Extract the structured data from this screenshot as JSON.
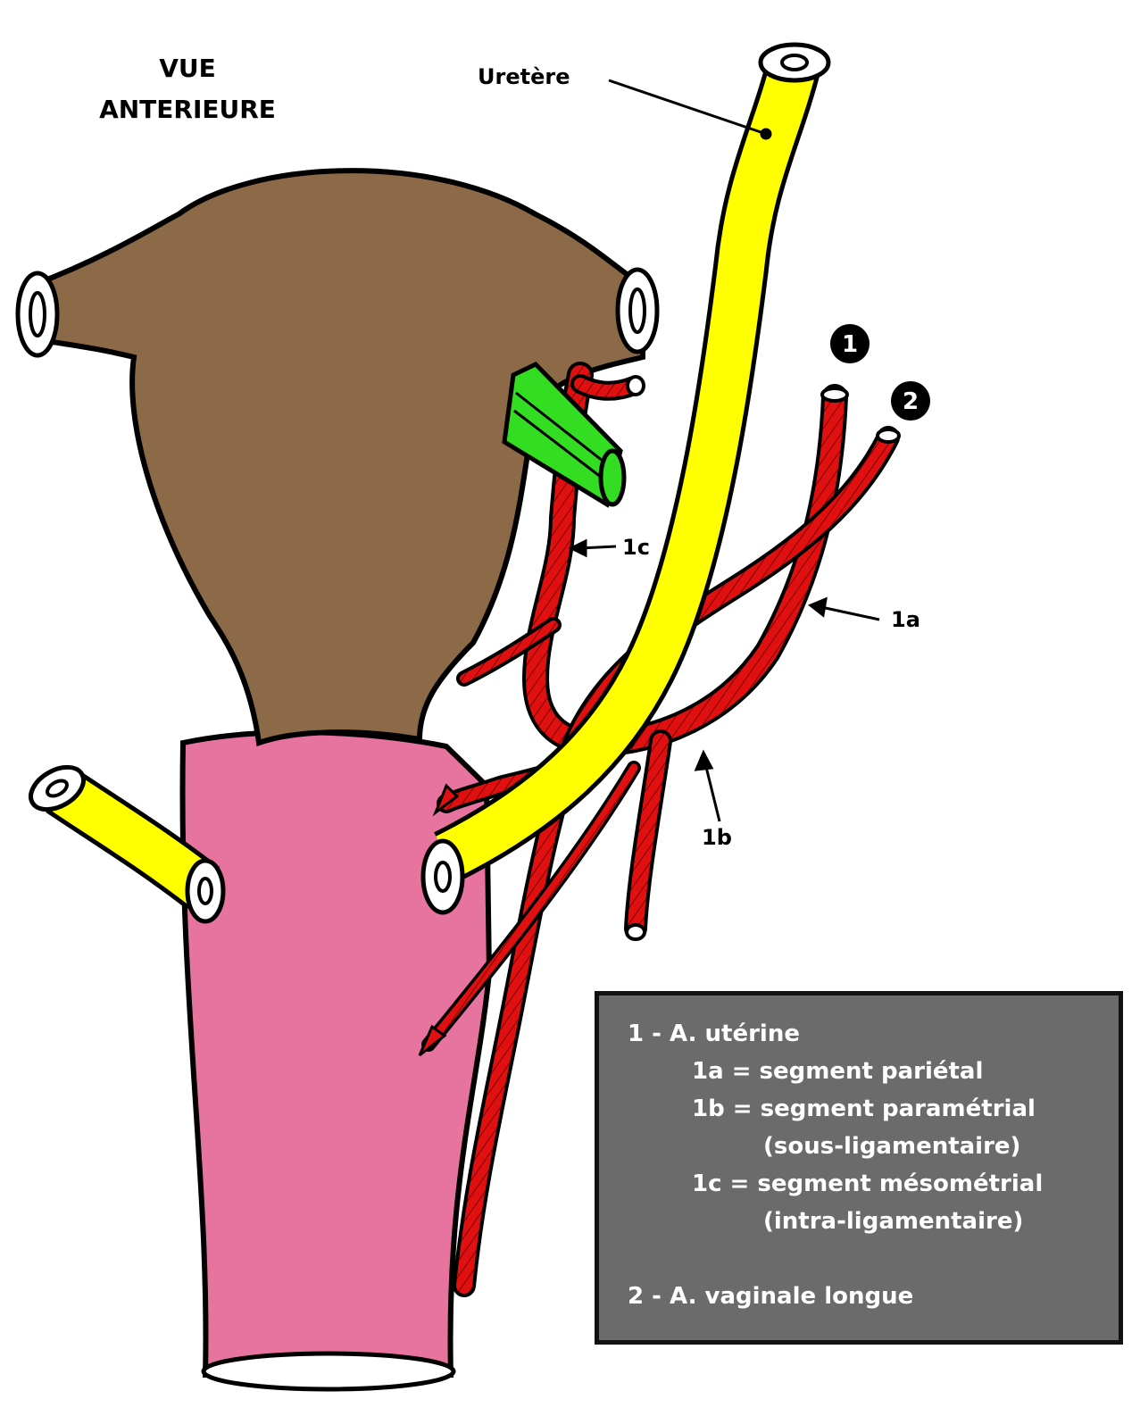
{
  "title": {
    "line1": "VUE",
    "line2": "ANTERIEURE"
  },
  "labels": {
    "ureter": "Uretère",
    "seg_1c": "1c",
    "seg_1a": "1a",
    "seg_1b": "1b",
    "circle_1": "1",
    "circle_2": "2"
  },
  "legend": {
    "item1": "1 - A. utérine",
    "item1a": "1a = segment pariétal",
    "item1b": "1b = segment paramétrial",
    "item1b_sub": "(sous-ligamentaire)",
    "item1c": "1c = segment mésométrial",
    "item1c_sub": "(intra-ligamentaire)",
    "item2": "2 - A. vaginale longue"
  },
  "colors": {
    "uterus": "#8c6a48",
    "vagina": "#e7739f",
    "ureter": "#ffff00",
    "artery": "#e01010",
    "clamp": "#33dd22",
    "legend_bg": "#6b6b6b"
  }
}
